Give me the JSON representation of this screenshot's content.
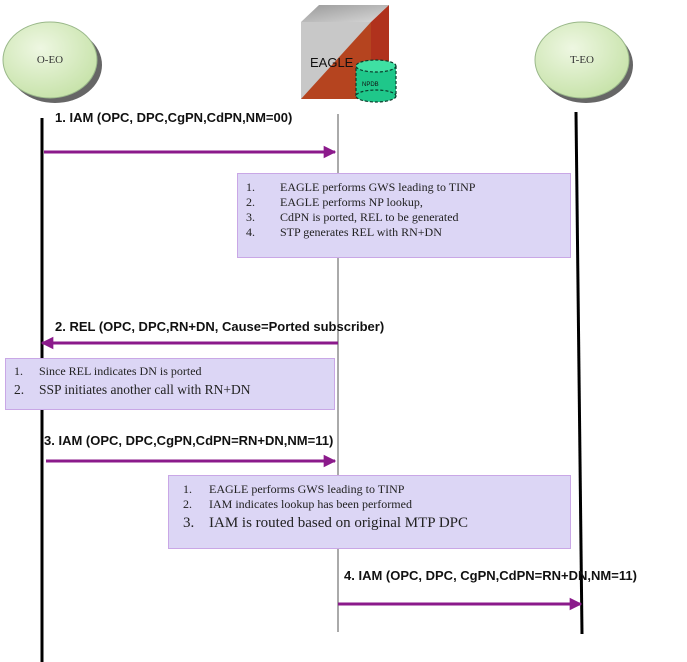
{
  "entities": {
    "left": "O-EO",
    "center": "EAGLE",
    "center_db": "NPDB",
    "right": "T-EO"
  },
  "messages": [
    {
      "id": 1,
      "label": "1. IAM (OPC, DPC,CgPN,CdPN,NM=00)"
    },
    {
      "id": 2,
      "label": "2. REL (OPC, DPC,RN+DN, Cause=Ported subscriber)"
    },
    {
      "id": 3,
      "label": "3. IAM (OPC, DPC,CgPN,CdPN=RN+DN,NM=11)"
    },
    {
      "id": 4,
      "label": "4. IAM (OPC, DPC, CgPN,CdPN=RN+DN,NM=11)"
    }
  ],
  "notes": [
    {
      "items": [
        {
          "num": "1.",
          "text": "EAGLE performs GWS leading to TINP"
        },
        {
          "num": "2.",
          "text": "EAGLE performs NP lookup,"
        },
        {
          "num": "3.",
          "text": "CdPN is ported, REL to be generated"
        },
        {
          "num": "4.",
          "text": "STP generates REL with RN+DN"
        }
      ]
    },
    {
      "items": [
        {
          "num": "1.",
          "text": "Since REL indicates DN is ported"
        },
        {
          "num": "2.",
          "text": "SSP initiates another call with RN+DN"
        }
      ]
    },
    {
      "items": [
        {
          "num": "1.",
          "text": "EAGLE performs GWS leading to TINP"
        },
        {
          "num": "2.",
          "text": "IAM indicates lookup has been performed"
        },
        {
          "num": "3.",
          "text": "IAM is routed based on original MTP DPC"
        }
      ]
    }
  ],
  "colors": {
    "arrow": "#8b1a8b",
    "note_bg": "#dcd6f5",
    "node_fill": "#cfe6b8",
    "db_fill": "#1fc78a"
  }
}
